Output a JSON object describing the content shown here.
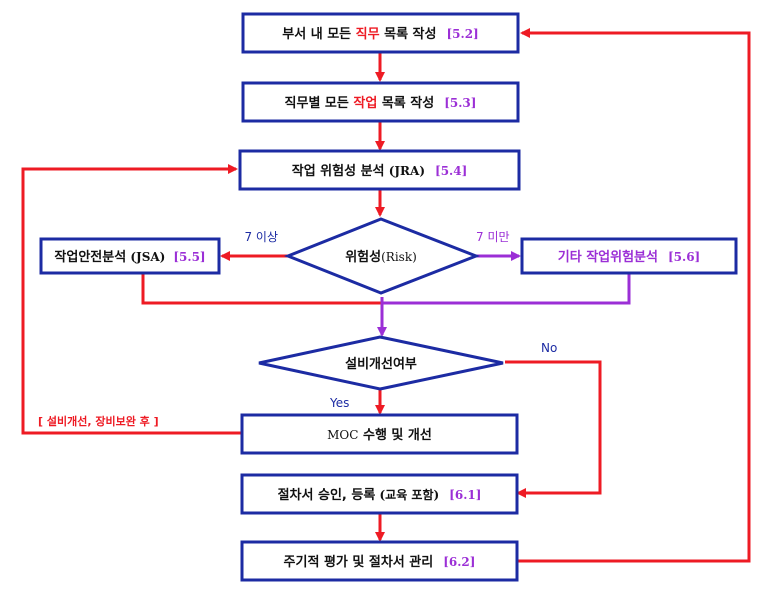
{
  "nodes": {
    "list_duties": {
      "pre": "부서 내 모든 ",
      "hl": "직무",
      "post": " 목록 작성",
      "ref": "[5.2]"
    },
    "list_tasks": {
      "pre": "직무별 모든 ",
      "hl": "작업",
      "post": " 목록 작성",
      "ref": "[5.3]"
    },
    "jra": {
      "text": "작업 위험성 분석",
      "abbr": " (JRA)",
      "ref": "[5.4]"
    },
    "risk": {
      "text": "위험성",
      "abbr": "(Risk)"
    },
    "jsa": {
      "text": "작업안전분석",
      "abbr": " (JSA)",
      "ref": "[5.5]"
    },
    "other": {
      "text": "기타 작업위험분석",
      "ref": "[5.6]"
    },
    "facility": {
      "text": "설비개선여부"
    },
    "moc": {
      "abbr": "MOC",
      "text": " 수행 및 개선"
    },
    "approve": {
      "text": "절차서 승인, 등록",
      "abbr": " (교육 포함)",
      "ref": "[6.1]"
    },
    "periodic": {
      "text": "주기적 평가 및 절차서 관리",
      "ref": "[6.2]"
    }
  },
  "labels": {
    "ge7": "7 이상",
    "lt7": "7 미만",
    "no": "No",
    "yes": "Yes",
    "after_fix": "[ 설비개선, 장비보완 후 ]"
  },
  "colors": {
    "box_border": "#1c2ba3",
    "arrow_red": "#ee1b24",
    "arrow_purple": "#9b2fd6",
    "reference": "#9b2fd6"
  }
}
